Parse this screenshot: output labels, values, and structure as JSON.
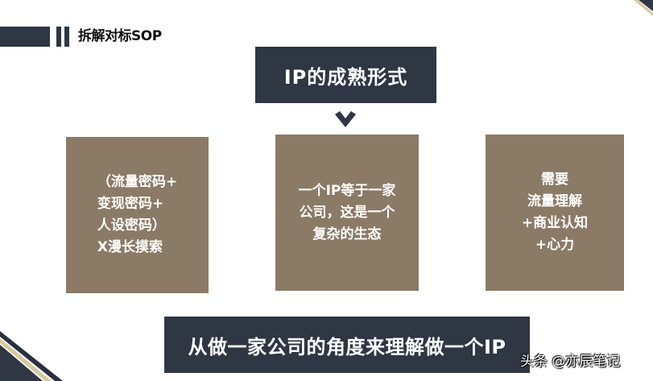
{
  "header": {
    "title": "拆解对标SOP"
  },
  "title_box": {
    "text": "IP的成熟形式"
  },
  "cards": [
    {
      "lines": [
        "（流量密码+",
        "变现密码+",
        "人设密码）",
        " X漫长摸索"
      ]
    },
    {
      "lines": [
        "一个IP等于一家",
        "公司，这是一个",
        "复杂的生态"
      ]
    },
    {
      "lines": [
        "需要",
        "流量理解",
        "+商业认知",
        "+心力"
      ]
    }
  ],
  "bottom_banner": {
    "text": "从做一家公司的角度来理解做一个IP"
  },
  "watermark": {
    "text": "头条 @亦辰笔记"
  },
  "colors": {
    "dark_navy": "#2f3644",
    "card_brown": "#8b7a66",
    "gold_accent": "#d8c89a"
  }
}
